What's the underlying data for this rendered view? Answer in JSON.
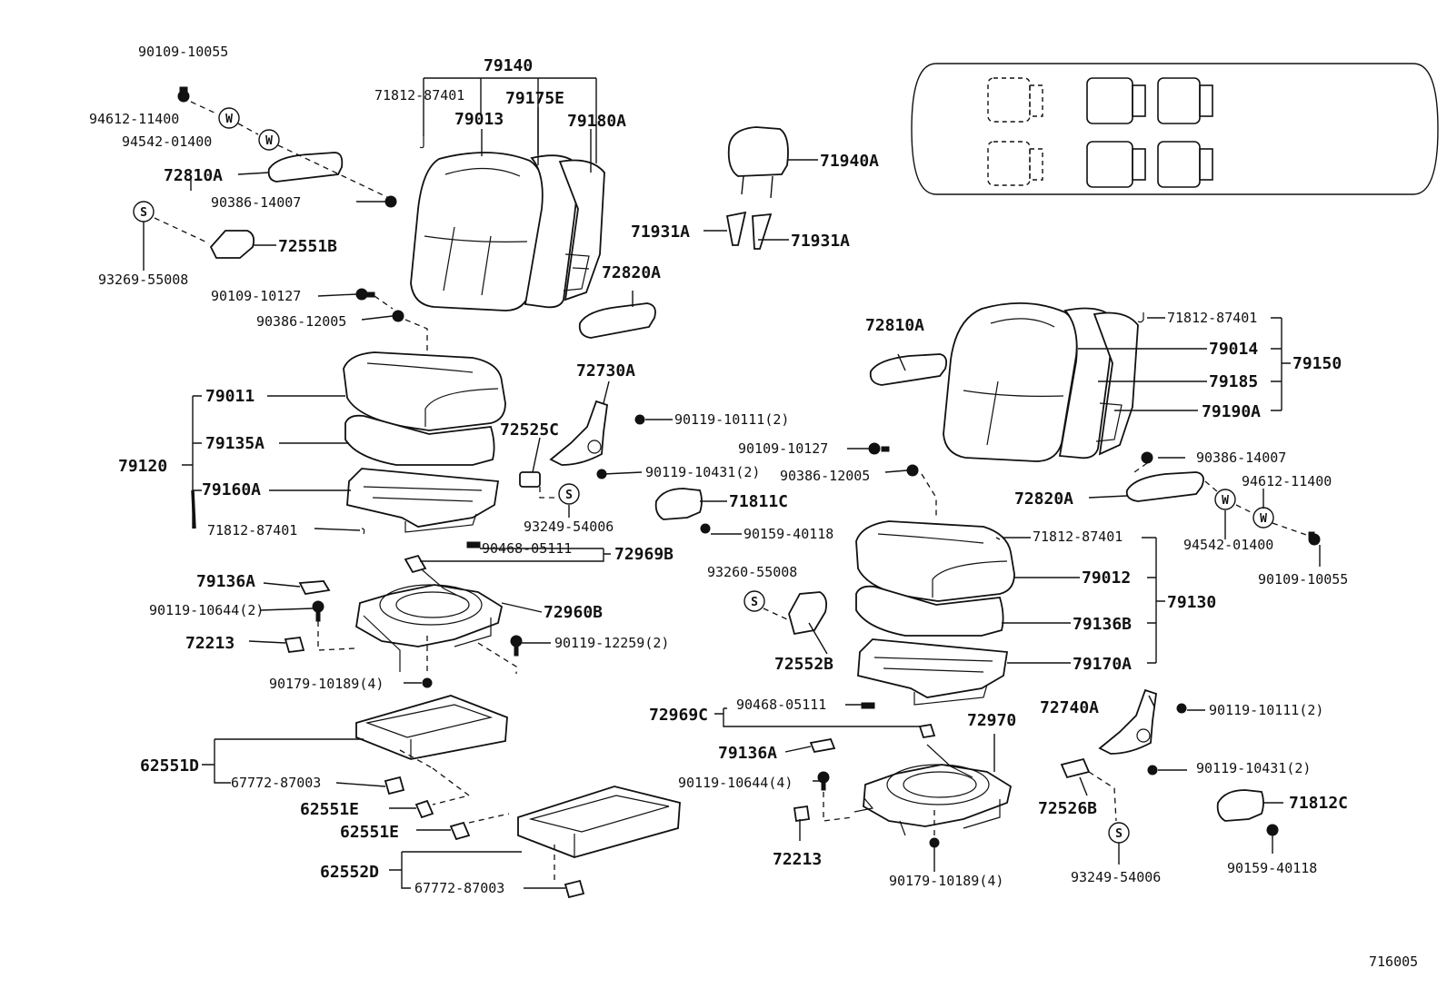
{
  "figure_code": "716005",
  "seat_layout_icon": "seat-layout-icon",
  "labels": {
    "p90109_10055_a": "90109-10055",
    "p94612_11400_a": "94612-11400",
    "p94542_01400_a": "94542-01400",
    "p72810A_a": "72810A",
    "p90386_14007_a": "90386-14007",
    "p72551B": "72551B",
    "p93269_55008": "93269-55008",
    "p90109_10127_a": "90109-10127",
    "p90386_12005_a": "90386-12005",
    "p79140": "79140",
    "p71812_87401_a": "71812-87401",
    "p79013": "79013",
    "p79175E": "79175E",
    "p79180A": "79180A",
    "p72820A_a": "72820A",
    "p71940A": "71940A",
    "p71931A_a": "71931A",
    "p71931A_b": "71931A",
    "p79011": "79011",
    "p79135A": "79135A",
    "p79120": "79120",
    "p79160A": "79160A",
    "p71812_87401_b": "71812-87401",
    "p72730A": "72730A",
    "p72525C": "72525C",
    "p90119_10111_a": "90119-10111(2)",
    "p90119_10431_a": "90119-10431(2)",
    "p93249_54006_a": "93249-54006",
    "p71811C": "71811C",
    "p90159_40118_a": "90159-40118",
    "p90468_05111_a": "90468-05111",
    "p72969B": "72969B",
    "p79136A_a": "79136A",
    "p90119_10644_a": "90119-10644(2)",
    "p72960B": "72960B",
    "p72213_a": "72213",
    "p90119_12259": "90119-12259(2)",
    "p90179_10189_a": "90179-10189(4)",
    "p62551D": "62551D",
    "p67772_87003_a": "67772-87003",
    "p62551E_a": "62551E",
    "p62551E_b": "62551E",
    "p62552D": "62552D",
    "p67772_87003_b": "67772-87003",
    "p72810A_b": "72810A",
    "p71812_87401_c": "71812-87401",
    "p79014": "79014",
    "p79185": "79185",
    "p79150": "79150",
    "p79190A": "79190A",
    "p90109_10127_b": "90109-10127",
    "p90386_12005_b": "90386-12005",
    "p90386_14007_b": "90386-14007",
    "p94612_11400_b": "94612-11400",
    "p72820A_b": "72820A",
    "p94542_01400_b": "94542-01400",
    "p90109_10055_b": "90109-10055",
    "p71812_87401_d": "71812-87401",
    "p93260_55008": "93260-55008",
    "p79012": "79012",
    "p79130": "79130",
    "p72552B": "72552B",
    "p79136B": "79136B",
    "p79170A": "79170A",
    "p72969C": "72969C",
    "p90468_05111_b": "90468-05111",
    "p72970": "72970",
    "p72740A": "72740A",
    "p90119_10111_b": "90119-10111(2)",
    "p79136A_b": "79136A",
    "p90119_10431_b": "90119-10431(2)",
    "p90119_10644_b": "90119-10644(4)",
    "p72526B": "72526B",
    "p71812C": "71812C",
    "p72213_b": "72213",
    "p90179_10189_b": "90179-10189(4)",
    "p93249_54006_b": "93249-54006",
    "p90159_40118_b": "90159-40118"
  },
  "symbols": {
    "washer": "W",
    "sealer": "S"
  }
}
